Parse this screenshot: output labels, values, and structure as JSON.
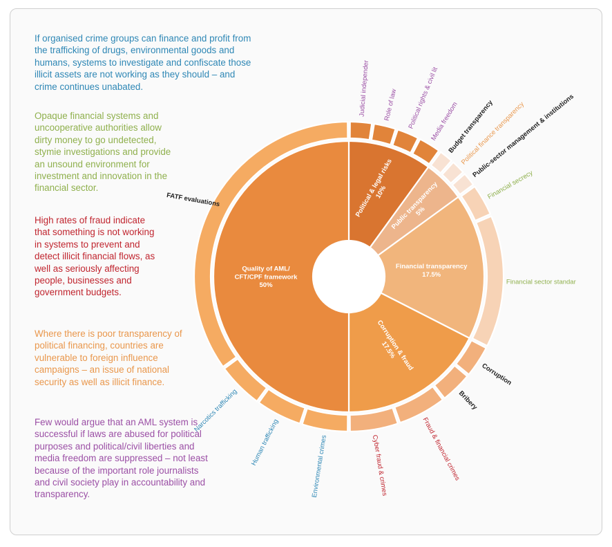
{
  "paragraphs": [
    {
      "text": "If organised crime groups can finance and profit from the trafficking of drugs, environmental goods and humans, systems to investigate and confiscate those illicit assets are not working as they should – and crime continues unabated.",
      "color": "#2e87b5"
    },
    {
      "text": "Opaque financial systems and uncooperative authorities allow dirty money to go undetected, stymie investigations and provide an unsound environment for investment and innovation in the financial sector.",
      "color": "#8fb04d"
    },
    {
      "text": "High rates of fraud indicate that something is not working in systems to prevent and detect illicit financial flows, as well as seriously affecting people, businesses and government budgets.",
      "color": "#c0252f"
    },
    {
      "text": "Where there is poor transparency of political financing, countries are vulnerable to foreign influence campaigns – an issue of national security as well as illicit finance.",
      "color": "#e9974c"
    },
    {
      "text": "Few would argue that an AML system is successful if laws are abused for political purposes and political/civil liberties and media freedom are suppressed – not least because of the important role journalists and civil society play in accountability and transparency.",
      "color": "#9b4fa5"
    }
  ],
  "chart_data": {
    "type": "sunburst",
    "inner": [
      {
        "name": "Political & legal risks",
        "value_label": "10%",
        "value": 10,
        "color": "#d97530",
        "label_color": "#ffffff"
      },
      {
        "name": "Public transparency",
        "value_label": "5%",
        "value": 5,
        "color": "#edb58c",
        "label_color": "#ffffff"
      },
      {
        "name": "Financial transparency",
        "value_label": "17.5%",
        "value": 17.5,
        "color": "#f1b57c",
        "label_color": "#ffffff"
      },
      {
        "name": "Corruption & fraud",
        "value_label": "17.5%",
        "value": 17.5,
        "color": "#ef9c4a",
        "label_color": "#ffffff"
      },
      {
        "name": "Quality of AML/ CFT/CPF framework",
        "value_label": "50%",
        "value": 50,
        "color": "#e98a3e",
        "label_color": "#ffffff"
      }
    ],
    "outer": [
      {
        "name": "Judicial independer",
        "value": 2.5,
        "color": "#e1843a",
        "label_color": "#9b4fa5"
      },
      {
        "name": "Role of law",
        "value": 2.5,
        "color": "#e1843a",
        "label_color": "#9b4fa5"
      },
      {
        "name": "Political rights & civil lit",
        "value": 2.5,
        "color": "#e1843a",
        "label_color": "#9b4fa5"
      },
      {
        "name": "Media freedom",
        "value": 2.5,
        "color": "#e1843a",
        "label_color": "#9b4fa5"
      },
      {
        "name": "Budget transparency",
        "value": 1.67,
        "color": "#f8e2d3",
        "label_color": "#222222"
      },
      {
        "name": "Political finance transparency",
        "value": 1.67,
        "color": "#f8e2d3",
        "label_color": "#e9974c"
      },
      {
        "name": "Public-sector management & institutions",
        "value": 1.66,
        "color": "#f8e2d3",
        "label_color": "#222222"
      },
      {
        "name": "Financial secrecy",
        "value": 3.5,
        "color": "#f7d3b6",
        "label_color": "#8fb04d"
      },
      {
        "name": "Financial sector standar",
        "value": 14,
        "color": "#f7d3b6",
        "label_color": "#8fb04d"
      },
      {
        "name": "Corruption",
        "value": 3.5,
        "color": "#f2b07c",
        "label_color": "#222222"
      },
      {
        "name": "Bribery",
        "value": 3.5,
        "color": "#f2b07c",
        "label_color": "#222222"
      },
      {
        "name": "Fraud & financial crimes",
        "value": 5.25,
        "color": "#f2b07c",
        "label_color": "#c0252f"
      },
      {
        "name": "Cyber fraud & crimes",
        "value": 5.25,
        "color": "#f2b07c",
        "label_color": "#c0252f"
      },
      {
        "name": "Environmental crimes",
        "value": 5,
        "color": "#f5ab62",
        "label_color": "#2e87b5"
      },
      {
        "name": "Human trafficking",
        "value": 5,
        "color": "#f5ab62",
        "label_color": "#2e87b5"
      },
      {
        "name": "Narcotics trafficking",
        "value": 5,
        "color": "#f5ab62",
        "label_color": "#2e87b5"
      },
      {
        "name": "FATF evaluations",
        "value": 35,
        "color": "#f5ab62",
        "label_color": "#222222"
      }
    ]
  }
}
